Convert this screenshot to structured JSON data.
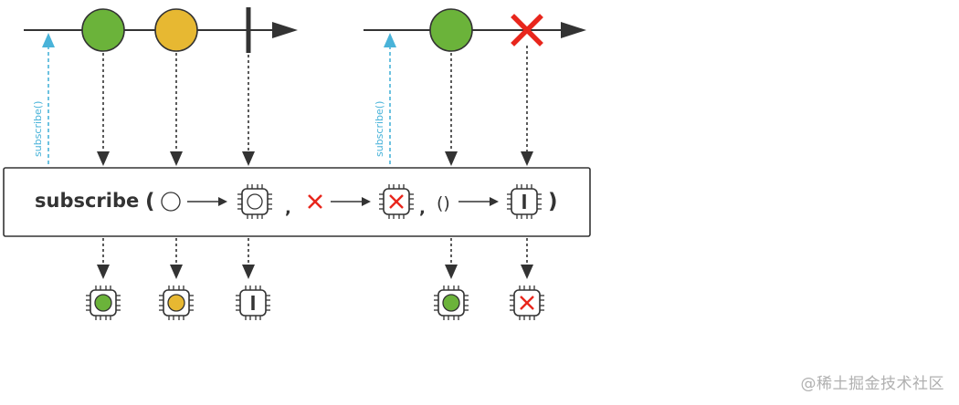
{
  "colors": {
    "green": "#6bb33a",
    "yellow": "#e7b832",
    "red": "#e8261c",
    "subscribe_cyan": "#49b3d9",
    "line": "#333333"
  },
  "subscribe_arrow_label": "subscribe()",
  "operator": {
    "name": "subscribe",
    "open_paren": "(",
    "separator": ",",
    "unit_parens": "()",
    "close_paren": ")"
  },
  "watermark": "@稀土掘金技术社区",
  "icons": [
    "green-marble",
    "yellow-marble",
    "completion-bar",
    "error-x",
    "chip-icon",
    "empty-circle-icon",
    "right-arrow-icon"
  ]
}
